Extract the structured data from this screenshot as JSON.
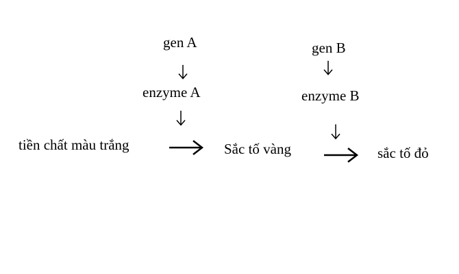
{
  "diagram": {
    "gen_a": "gen A",
    "enzyme_a": "enzyme A",
    "gen_b": "gen B",
    "enzyme_b": "enzyme B",
    "white_precursor": "tiền chất màu trắng",
    "yellow_pigment": "Sắc tố vàng",
    "red_pigment": "sắc tố đỏ"
  },
  "colors": {
    "text": "#000000",
    "background": "#ffffff"
  }
}
